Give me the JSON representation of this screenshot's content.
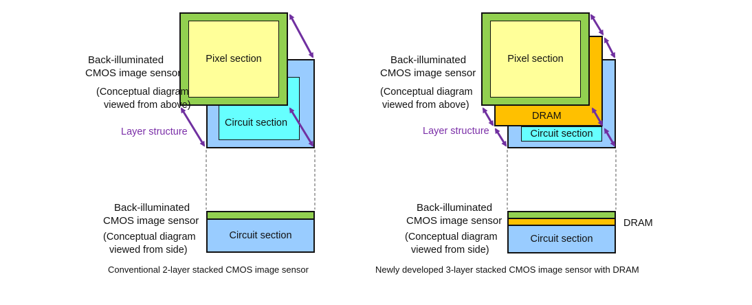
{
  "left": {
    "top_label_1": "Back-illuminated",
    "top_label_2": "CMOS image sensor",
    "top_note_1": "(Conceptual diagram",
    "top_note_2": "viewed from above)",
    "layer_structure": "Layer structure",
    "pixel_section": "Pixel section",
    "circuit_section": "Circuit section",
    "side_label_1": "Back-illuminated",
    "side_label_2": "CMOS image sensor",
    "side_note_1": "(Conceptual diagram",
    "side_note_2": "viewed from side)",
    "side_circuit": "Circuit section",
    "caption": "Conventional 2-layer stacked CMOS image sensor"
  },
  "right": {
    "top_label_1": "Back-illuminated",
    "top_label_2": "CMOS image sensor",
    "top_note_1": "(Conceptual diagram",
    "top_note_2": "viewed from above)",
    "layer_structure": "Layer structure",
    "pixel_section": "Pixel section",
    "dram": "DRAM",
    "circuit_section": "Circuit section",
    "side_label_1": "Back-illuminated",
    "side_label_2": "CMOS image sensor",
    "side_note_1": "(Conceptual diagram",
    "side_note_2": "viewed from side)",
    "side_circuit": "Circuit section",
    "side_dram": "DRAM",
    "caption": "Newly developed 3-layer stacked CMOS image sensor with DRAM"
  },
  "colors": {
    "pixel_fill": "#ffff99",
    "pixel_frame": "#92d050",
    "circuit_back": "#99ccff",
    "circuit_inner": "#66ffff",
    "dram": "#ffc000",
    "arrow": "#7030a0"
  }
}
